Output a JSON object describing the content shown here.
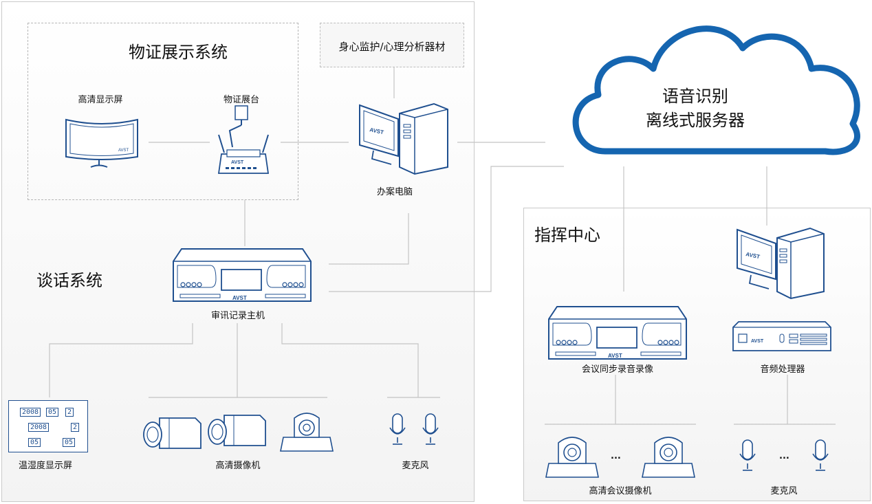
{
  "evidence_system": {
    "title": "物证展示系统",
    "display_label": "高清显示屏",
    "presenter_label": "物证展台"
  },
  "monitoring_box": {
    "label": "身心监护/心理分析器材"
  },
  "office_pc": {
    "label": "办案电脑"
  },
  "cloud": {
    "line1": "语音识别",
    "line2": "离线式服务器"
  },
  "talk_system": {
    "title": "谈话系统",
    "recorder_label": "审讯记录主机"
  },
  "peripherals": {
    "temp_display": "温湿度显示屏",
    "hd_cameras": "高清摄像机",
    "mics": "麦克风"
  },
  "temp_display_digits": {
    "d1": "2008",
    "d2": "05",
    "d3": "2",
    "d4": "2008",
    "d5": "2",
    "d6": "05",
    "d7": "05"
  },
  "command_center": {
    "title": "指挥中心",
    "conf_recorder": "会议同步录音录像",
    "audio_processor": "音频处理器",
    "conf_cameras": "高清会议摄像机",
    "mics": "麦克风",
    "ellipsis_cams": "...",
    "ellipsis_mics": "..."
  },
  "brand": "AVST",
  "colors": {
    "device_blue": "#1f4f8f",
    "cloud_blue": "#1565b0",
    "line_gray": "#c4c4c4"
  }
}
